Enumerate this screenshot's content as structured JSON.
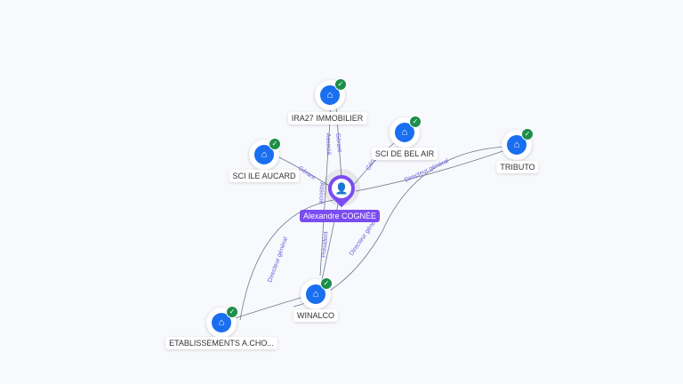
{
  "center": {
    "name": "Alexandre COGNÉE",
    "icon": "person-icon"
  },
  "nodes": [
    {
      "name": "IRA27 IMMOBILIER",
      "icon": "company-icon",
      "verified": true
    },
    {
      "name": "SCI DE BEL AIR",
      "icon": "company-icon",
      "verified": true
    },
    {
      "name": "SCI ILE AUCARD",
      "icon": "company-icon",
      "verified": true
    },
    {
      "name": "TRIBUTO",
      "icon": "company-icon",
      "verified": true
    },
    {
      "name": "WINALCO",
      "icon": "company-icon",
      "verified": true
    },
    {
      "name": "ETABLISSEMENTS A.CHO...",
      "icon": "company-icon",
      "verified": true
    }
  ],
  "edges": [
    {
      "label": "Associé"
    },
    {
      "label": "Gérant"
    },
    {
      "label": "Gérant"
    },
    {
      "label": "Gérant"
    },
    {
      "label": "Directeur général"
    },
    {
      "label": "Associé"
    },
    {
      "label": "Président"
    },
    {
      "label": "Directeur général"
    },
    {
      "label": "Directeur général"
    }
  ]
}
